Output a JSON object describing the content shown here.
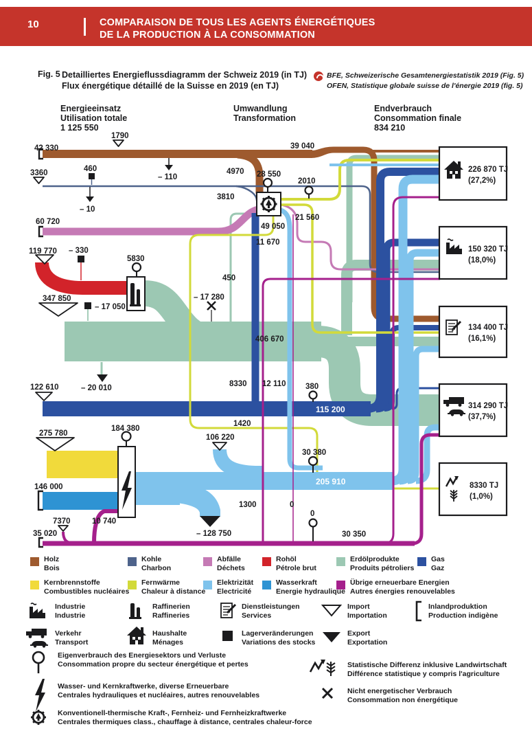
{
  "page": {
    "number": "10",
    "header_line1": "COMPARAISON DE TOUS LES AGENTS ÉNERGÉTIQUES",
    "header_line2": "DE LA PRODUCTION À LA CONSOMMATION"
  },
  "figure": {
    "label": "Fig. 5",
    "title_de": "Detailliertes Energieflussdiagramm der Schweiz 2019 (in TJ)",
    "title_fr": "Flux énergétique détaillé de la Suisse en 2019 (en TJ)",
    "source_de": "BFE, Schweizerische Gesamtenergiestatistik 2019 (Fig. 5)",
    "source_fr": "OFEN, Statistique globale suisse de l'énergie 2019 (fig. 5)"
  },
  "columns": {
    "input_l1": "Energieeinsatz",
    "input_l2": "Utilisation totale",
    "input_total": "1 125 550",
    "transform_l1": "Umwandlung",
    "transform_l2": "Transformation",
    "final_l1": "Endverbrauch",
    "final_l2": "Consommation finale",
    "final_total": "834 210"
  },
  "sankey": {
    "labels": {
      "holz_in": "42 330",
      "holz_import": "1790",
      "holz_export": "– 110",
      "kohle_in": "3360",
      "kohle_stock": "460",
      "kohle_export": "– 10",
      "kohle_umwandlung": "3810",
      "abfaelle_in": "60 720",
      "abfall_rest": "11 670",
      "rohoel_import": "119 770",
      "rohoel_stock": "– 330",
      "raffinerie_verlust": "5830",
      "erdoel_import": "347 850",
      "erdoel_stock": "– 17 050",
      "nicht_energetisch": "– 17 280",
      "erdoel_umwandlung": "450",
      "erdoel_haupt": "406 670",
      "erdoel_export": "– 20 010",
      "gas_import": "122 610",
      "gas_umwandlung": "8330",
      "thermo_strom": "12 110",
      "gas_verlust": "380",
      "gas_haupt": "115 200",
      "holz_umwandlung": "4970",
      "thermo_verlust": "28 550",
      "fernwaerme_verlust": "2010",
      "fernwaerme": "21 560",
      "thermo_out": "49 050",
      "holz_endverbrauch": "39 040",
      "kern_import": "275 780",
      "kraftwerk_verlust": "184 380",
      "fernwaerme_rest": "1420",
      "strom_import": "106 220",
      "strom_verlust": "30 380",
      "strom_haupt": "205 910",
      "wasser_in": "146 000",
      "erneuerbar_import": "7370",
      "erneuerbar_strom": "10 740",
      "erneuerbar_1300": "1300",
      "null_1": "0",
      "null_2": "0",
      "erneuerbar_30350": "30 350",
      "strom_export": "– 128 750",
      "erneuerbar_in": "35 020"
    },
    "endpoints": [
      {
        "name": "Haushalte / Ménages",
        "value": "226 870 TJ",
        "share": "(27,2%)"
      },
      {
        "name": "Industrie / Industrie",
        "value": "150 320 TJ",
        "share": "(18,0%)"
      },
      {
        "name": "Dienstleistungen / Services",
        "value": "134 400 TJ",
        "share": "(16,1%)"
      },
      {
        "name": "Verkehr / Transport",
        "value": "314 290 TJ",
        "share": "(37,7%)"
      },
      {
        "name": "Statistische Differenz",
        "value": "8330 TJ",
        "share": "(1,0%)"
      }
    ]
  },
  "chart_data": {
    "type": "sankey",
    "unit": "TJ",
    "title": "Detailliertes Energieflussdiagramm der Schweiz 2019 (in TJ)",
    "total_input": 1125550,
    "total_final_consumption": 834210,
    "final_nodes": [
      {
        "name": "Haushalte/Ménages",
        "value": 226870,
        "share_pct": 27.2
      },
      {
        "name": "Industrie/Industrie",
        "value": 150320,
        "share_pct": 18.0
      },
      {
        "name": "Dienstleistungen/Services",
        "value": 134400,
        "share_pct": 16.1
      },
      {
        "name": "Verkehr/Transport",
        "value": 314290,
        "share_pct": 37.7
      },
      {
        "name": "Statistische Differenz inkl. Landwirtschaft",
        "value": 8330,
        "share_pct": 1.0
      }
    ],
    "links": [
      {
        "from": "Inlandproduktion",
        "to": "Holz",
        "value": 42330
      },
      {
        "from": "Import",
        "to": "Holz",
        "value": 1790
      },
      {
        "from": "Holz",
        "to": "Export",
        "value": 110
      },
      {
        "from": "Holz",
        "to": "Konventionell-thermische Werke",
        "value": 4970
      },
      {
        "from": "Holz",
        "to": "Endverbrauch",
        "value": 39040
      },
      {
        "from": "Import",
        "to": "Kohle",
        "value": 3360
      },
      {
        "from": "Lagerveraenderung",
        "to": "Kohle",
        "value": 460
      },
      {
        "from": "Kohle",
        "to": "Export",
        "value": 10
      },
      {
        "from": "Kohle",
        "to": "Konventionell-thermische Werke",
        "value": 3810
      },
      {
        "from": "Inlandproduktion",
        "to": "Abfaelle",
        "value": 60720
      },
      {
        "from": "Abfaelle",
        "to": "Endverbrauch",
        "value": 11670
      },
      {
        "from": "Import",
        "to": "Rohoel",
        "value": 119770
      },
      {
        "from": "Rohoel",
        "to": "Lagerveraenderung",
        "value": 330
      },
      {
        "from": "Raffinerien",
        "to": "Eigenverbrauch/Verluste",
        "value": 5830
      },
      {
        "from": "Import",
        "to": "Erdoelprodukte",
        "value": 347850
      },
      {
        "from": "Erdoelprodukte",
        "to": "Lagerveraenderung",
        "value": 17050
      },
      {
        "from": "Erdoelprodukte",
        "to": "Nicht energetischer Verbrauch",
        "value": 17280
      },
      {
        "from": "Erdoelprodukte",
        "to": "Konventionell-thermische Werke",
        "value": 450
      },
      {
        "from": "Erdoelprodukte",
        "to": "Endverbrauch",
        "value": 406670
      },
      {
        "from": "Erdoelprodukte",
        "to": "Export",
        "value": 20010
      },
      {
        "from": "Import",
        "to": "Gas",
        "value": 122610
      },
      {
        "from": "Gas",
        "to": "Konventionell-thermische Werke",
        "value": 8330
      },
      {
        "from": "Gas",
        "to": "Eigenverbrauch/Verluste",
        "value": 380
      },
      {
        "from": "Gas",
        "to": "Endverbrauch",
        "value": 115200
      },
      {
        "from": "Konventionell-thermische Werke",
        "to": "Eigenverbrauch/Verluste",
        "value": 28550
      },
      {
        "from": "Konventionell-thermische Werke",
        "to": "Elektrizitaet",
        "value": 12110
      },
      {
        "from": "Konventionell-thermische Werke",
        "to": "Fernwaerme/Elektrizitaet",
        "value": 49050
      },
      {
        "from": "Fernwaerme",
        "to": "Endverbrauch",
        "value": 21560
      },
      {
        "from": "Fernwaerme",
        "to": "Eigenverbrauch/Verluste",
        "value": 2010
      },
      {
        "from": "Fernwaerme",
        "to": "Statistische Differenz",
        "value": 1420
      },
      {
        "from": "Import",
        "to": "Kernbrennstoffe",
        "value": 275780
      },
      {
        "from": "Kraftwerke",
        "to": "Eigenverbrauch/Verluste",
        "value": 184380
      },
      {
        "from": "Inlandproduktion",
        "to": "Wasserkraft",
        "value": 146000
      },
      {
        "from": "Import",
        "to": "Elektrizitaet",
        "value": 106220
      },
      {
        "from": "Elektrizitaet",
        "to": "Export",
        "value": 128750
      },
      {
        "from": "Elektrizitaet",
        "to": "Eigenverbrauch/Verluste",
        "value": 30380
      },
      {
        "from": "Elektrizitaet",
        "to": "Endverbrauch",
        "value": 205910
      },
      {
        "from": "Inlandproduktion",
        "to": "Uebrige erneuerbare Energien",
        "value": 35020
      },
      {
        "from": "Import",
        "to": "Uebrige erneuerbare Energien",
        "value": 7370
      },
      {
        "from": "Uebrige erneuerbare Energien",
        "to": "Kraftwerke",
        "value": 10740
      },
      {
        "from": "Uebrige erneuerbare Energien",
        "to": "Endverbrauch",
        "value": 30350
      },
      {
        "from": "Uebrige erneuerbare Energien",
        "to": "Umwandlung",
        "value": 1300
      },
      {
        "from": "Uebrige erneuerbare Energien",
        "to": "Verluste",
        "value": 0
      }
    ]
  },
  "legend": {
    "colors": [
      {
        "de": "Holz",
        "fr": "Bois",
        "color": "#9e5a2e"
      },
      {
        "de": "Kohle",
        "fr": "Charbon",
        "color": "#4e638b"
      },
      {
        "de": "Abfälle",
        "fr": "Déchets",
        "color": "#c57ab5"
      },
      {
        "de": "Rohöl",
        "fr": "Pétrole brut",
        "color": "#d2232a"
      },
      {
        "de": "Erdölprodukte",
        "fr": "Produits pétroliers",
        "color": "#9cc8b3"
      },
      {
        "de": "Gas",
        "fr": "Gaz",
        "color": "#2c51a0"
      },
      {
        "de": "Kernbrennstoffe",
        "fr": "Combustibles nucléaires",
        "color": "#f1da3b"
      },
      {
        "de": "Fernwärme",
        "fr": "Chaleur à distance",
        "color": "#d2da3a"
      },
      {
        "de": "Elektrizität",
        "fr": "Electricité",
        "color": "#7fc3ec"
      },
      {
        "de": "Wasserkraft",
        "fr": "Energie hydraulique",
        "color": "#2e93d3"
      },
      {
        "de": "Übrige erneuerbare Energien",
        "fr": "Autres énergies renouvelables",
        "color": "#a5208c"
      }
    ],
    "icons": [
      {
        "de": "Industrie",
        "fr": "Industrie"
      },
      {
        "de": "Raffinerien",
        "fr": "Raffineries"
      },
      {
        "de": "Dienstleistungen",
        "fr": "Services"
      },
      {
        "de": "Import",
        "fr": "Importation"
      },
      {
        "de": "Inlandproduktion",
        "fr": "Production indigène"
      },
      {
        "de": "Verkehr",
        "fr": "Transport"
      },
      {
        "de": "Haushalte",
        "fr": "Ménages"
      },
      {
        "de": "Lagerveränderungen",
        "fr": "Variations des stocks"
      },
      {
        "de": "Export",
        "fr": "Exportation"
      }
    ],
    "notes": [
      {
        "de": "Eigenverbrauch des Energiesektors und Verluste",
        "fr": "Consommation propre du secteur énergétique et pertes"
      },
      {
        "de": "Wasser- und Kernkraftwerke, diverse Erneuerbare",
        "fr": "Centrales hydrauliques et nucléaires, autres renouvelables"
      },
      {
        "de": "Konventionell-thermische Kraft-, Fernheiz- und Fernheizkraftwerke",
        "fr": "Centrales thermiques class., chauffage à distance, centrales chaleur-force"
      },
      {
        "de": "Statistische Differenz inklusive Landwirtschaft",
        "fr": "Différence statistique y compris l'agriculture"
      },
      {
        "de": "Nicht energetischer Verbrauch",
        "fr": "Consommation non énergétique"
      }
    ]
  }
}
